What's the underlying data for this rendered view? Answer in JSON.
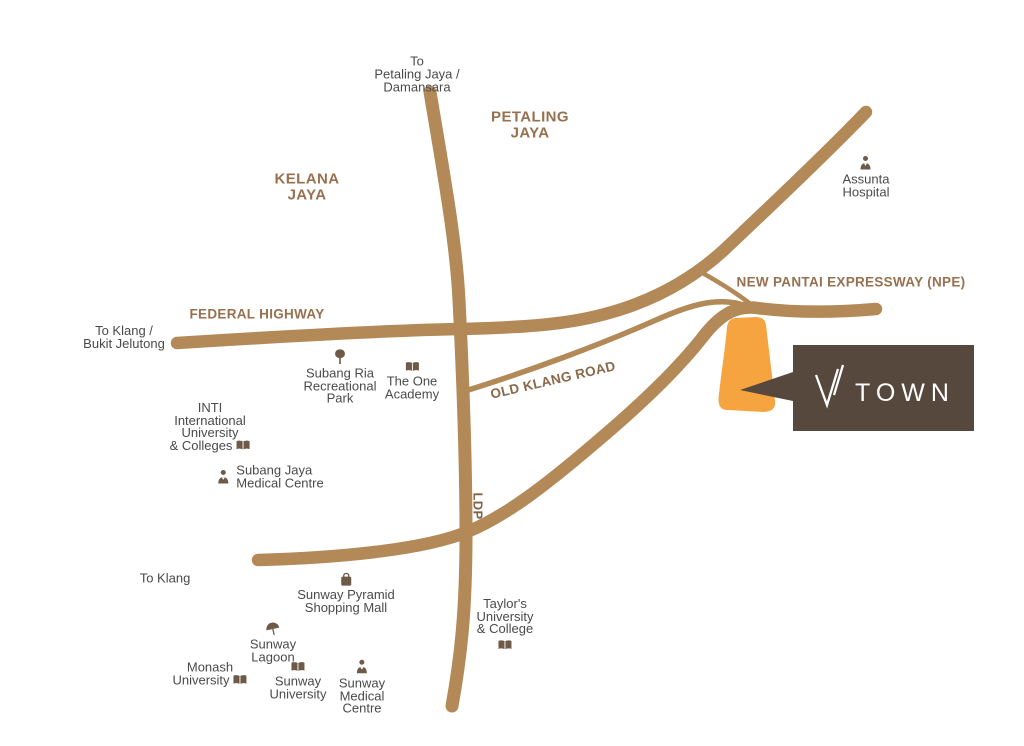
{
  "colors": {
    "road": "#b28957",
    "label_brown": "#97714f",
    "text_dark": "#4a4a4a",
    "icon_brown": "#6e5a48",
    "site_orange": "#f6a440",
    "logo_bg": "#56483c",
    "logo_text": "#ffffff"
  },
  "regions": {
    "petaling_jaya": {
      "line1": "PETALING",
      "line2": "JAYA"
    },
    "kelana_jaya": {
      "line1": "KELANA",
      "line2": "JAYA"
    }
  },
  "road_labels": {
    "federal": "FEDERAL HIGHWAY",
    "npe": "NEW PANTAI EXPRESSWAY (NPE)",
    "old_klang": "OLD KLANG ROAD",
    "ldp": "LDP"
  },
  "directions": {
    "to_pj": {
      "line1": "To",
      "line2": "Petaling Jaya /",
      "line3": "Damansara"
    },
    "to_klang_bj": {
      "line1": "To Klang /",
      "line2": "Bukit Jelutong"
    },
    "to_klang": "To Klang"
  },
  "landmarks": {
    "assunta": {
      "line1": "Assunta",
      "line2": "Hospital",
      "icon": "doctor"
    },
    "subang_ria": {
      "line1": "Subang Ria",
      "line2": "Recreational",
      "line3": "Park",
      "icon": "tree"
    },
    "one_academy": {
      "line1": "The One",
      "line2": "Academy",
      "icon": "book"
    },
    "inti": {
      "line1": "INTI",
      "line2": "International",
      "line3": "University",
      "line4": "& Colleges",
      "icon": "book"
    },
    "sjmc": {
      "line1": "Subang Jaya",
      "line2": "Medical Centre",
      "icon": "doctor"
    },
    "sunway_pyramid": {
      "line1": "Sunway Pyramid",
      "line2": "Shopping Mall",
      "icon": "bag"
    },
    "sunway_lagoon": {
      "line1": "Sunway",
      "line2": "Lagoon",
      "icon": "umbrella"
    },
    "monash": {
      "line1": "Monash",
      "line2": "University",
      "icon": "book"
    },
    "sunway_uni": {
      "line1": "Sunway",
      "line2": "University",
      "icon": "book"
    },
    "sunway_medical": {
      "line1": "Sunway",
      "line2": "Medical",
      "line3": "Centre",
      "icon": "doctor"
    },
    "taylors": {
      "line1": "Taylor's",
      "line2": "University",
      "line3": "& College",
      "icon": "book"
    }
  },
  "logo": {
    "town": "TOWN"
  }
}
